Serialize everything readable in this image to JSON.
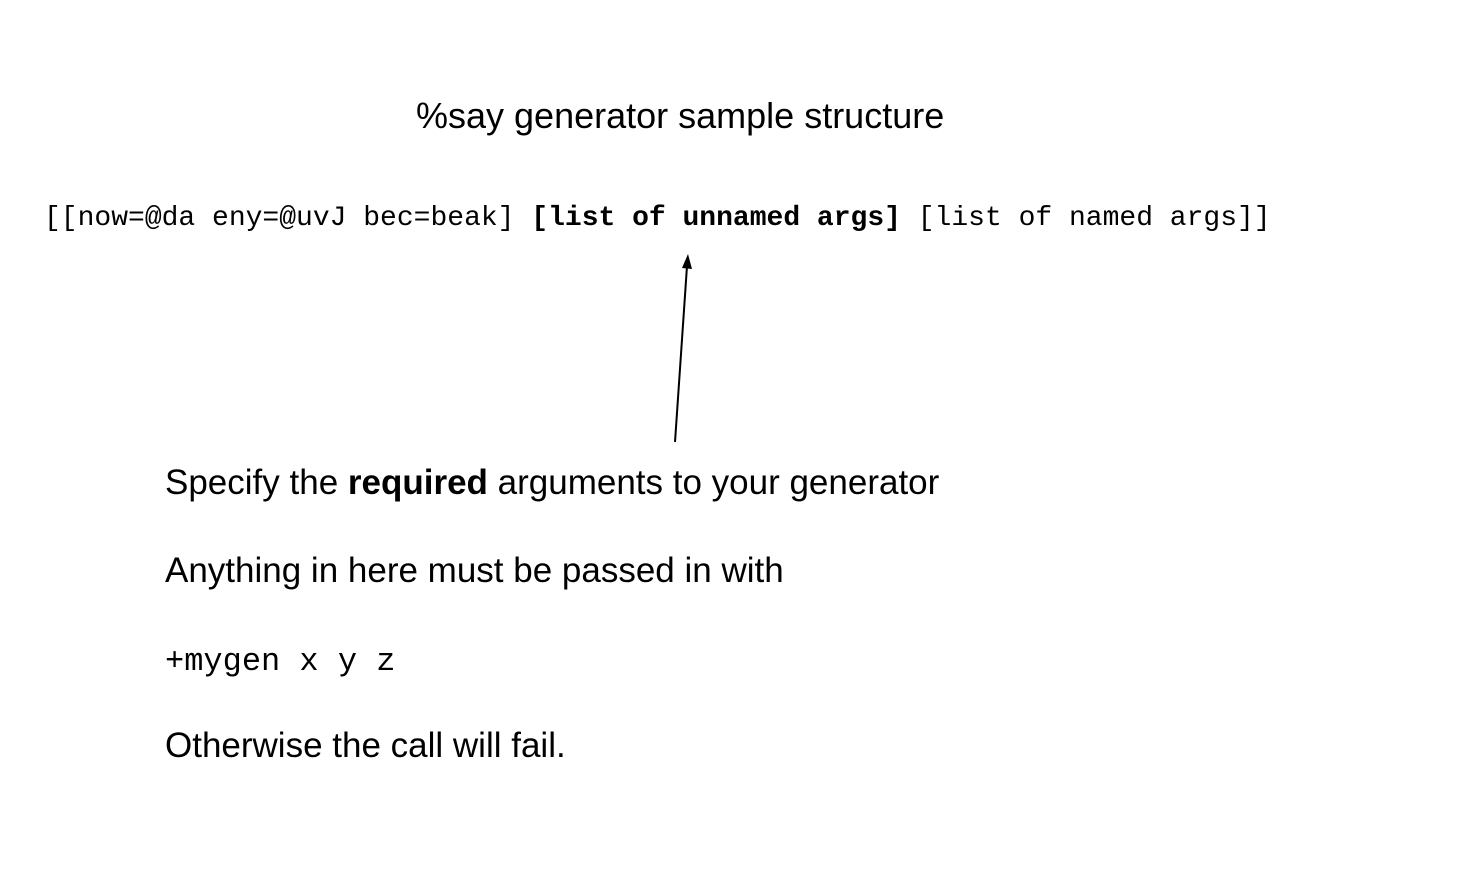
{
  "title": "%say generator sample structure",
  "structure_line": {
    "part1": "[[now=@da eny=@uvJ bec=beak] ",
    "part2": "[list of unnamed args]",
    "part3": " [list of named args]]"
  },
  "notes": {
    "line1_before": "Specify the ",
    "line1_bold": "required",
    "line1_after": " arguments to your generator",
    "line2": "Anything in here must be passed in with",
    "code_example": "+mygen x y z",
    "line4": "Otherwise the call will fail."
  },
  "colors": {
    "text": "#000000",
    "background": "#ffffff"
  }
}
